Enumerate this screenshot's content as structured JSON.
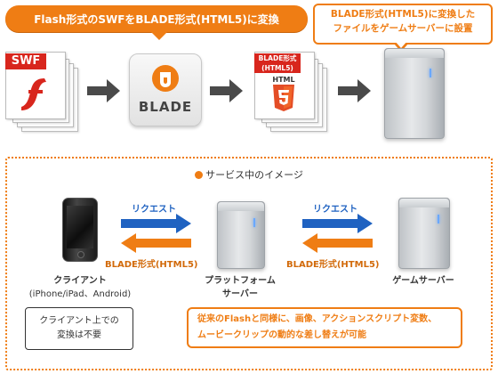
{
  "top": {
    "banner_text": "Flash形式のSWFをBLADE形式(HTML5)に変換",
    "callout_line1": "BLADE形式(HTML5)に変換した",
    "callout_line2": "ファイルをゲームサーバーに設置"
  },
  "files": {
    "swf_label": "SWF",
    "blade_label": "BLADE",
    "html5_tag_line1": "BLADE形式",
    "html5_tag_line2": "(HTML5)",
    "html5_word": "HTML"
  },
  "service": {
    "title": "サービス中のイメージ",
    "request1": "リクエスト",
    "request2": "リクエスト",
    "response1": "BLADE形式(HTML5)",
    "response2": "BLADE形式(HTML5)",
    "client_label": "クライアント",
    "client_sub": "(iPhone/iPad、Android)",
    "platform_label1": "プラットフォーム",
    "platform_label2": "サーバー",
    "game_server_label": "ゲームサーバー",
    "note_line1": "クライアント上での",
    "note_line2": "変換は不要",
    "feature_line1": "従来のFlashと同様に、画像、アクションスクリプト変数、",
    "feature_line2": "ムービークリップの動的な差し替えが可能"
  },
  "colors": {
    "accent_orange": "#ef7d14",
    "request_blue": "#1f62c1",
    "response_orange": "#d26a0a",
    "flash_red": "#d8261d",
    "html5_orange": "#e44d26"
  },
  "icons": [
    "flash-icon",
    "blade-logo-icon",
    "html5-shield-icon",
    "server-icon",
    "smartphone-icon",
    "arrow-right-icon",
    "arrow-left-icon"
  ]
}
